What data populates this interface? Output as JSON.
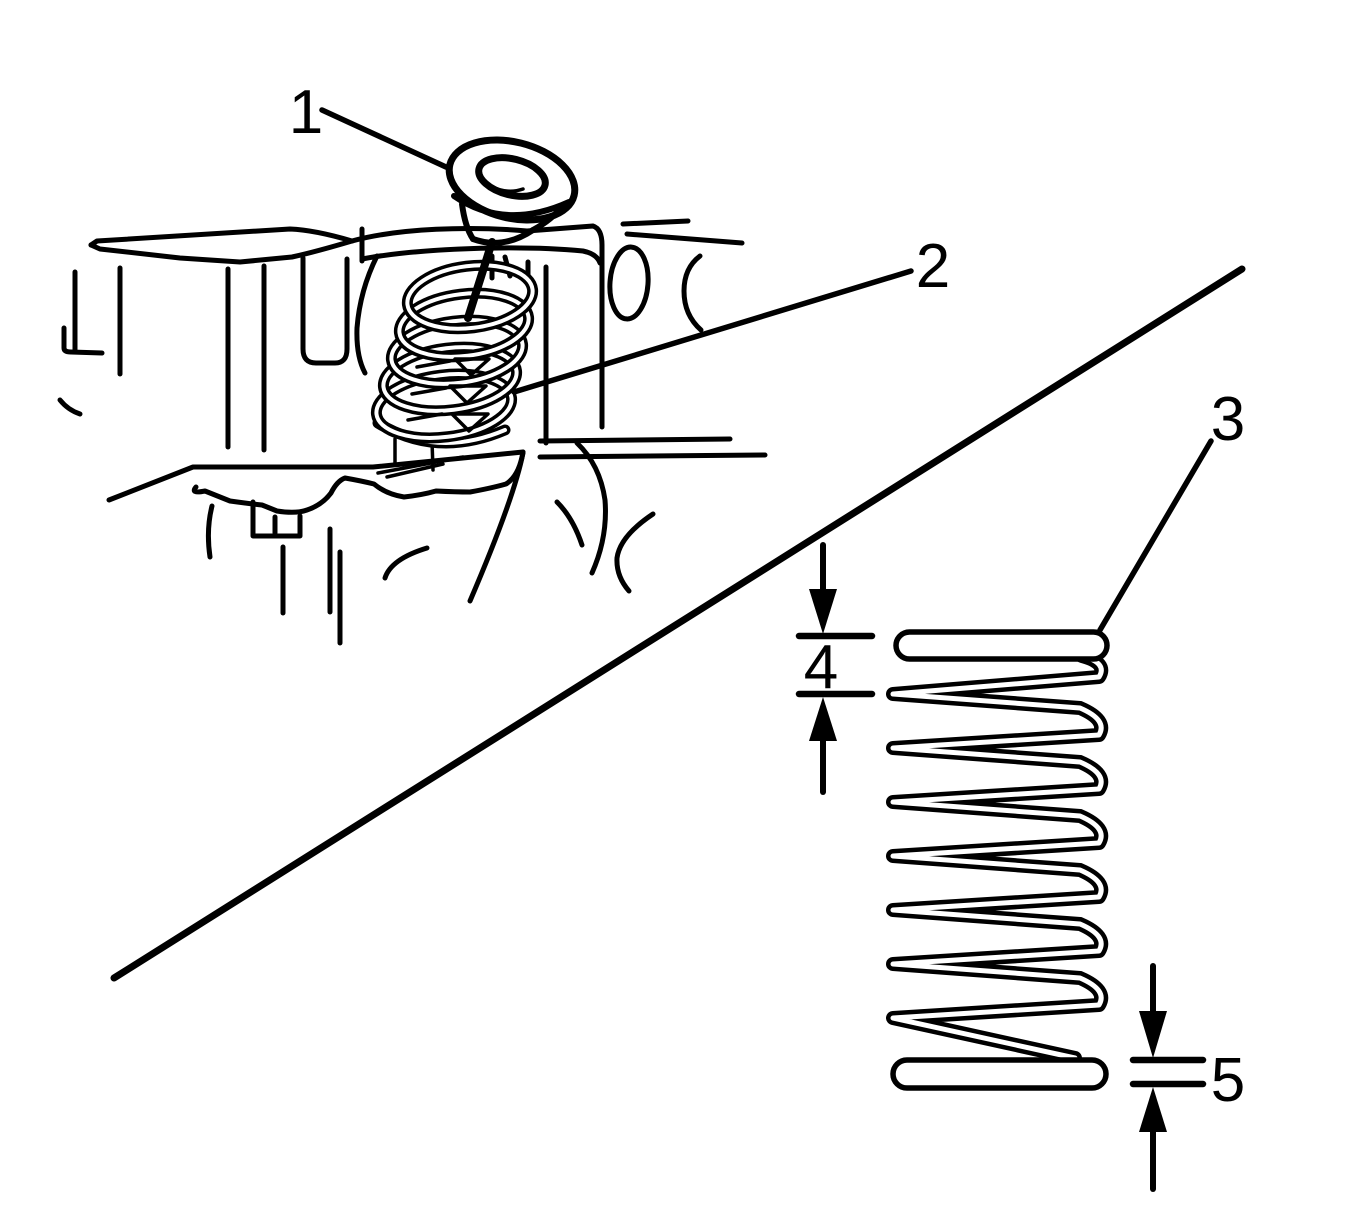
{
  "colors": {
    "ink": "#000000",
    "background": "#ffffff"
  },
  "labels": {
    "callout1": "1",
    "callout2": "2",
    "callout3": "3",
    "dim4": "4",
    "dim5": "5"
  }
}
